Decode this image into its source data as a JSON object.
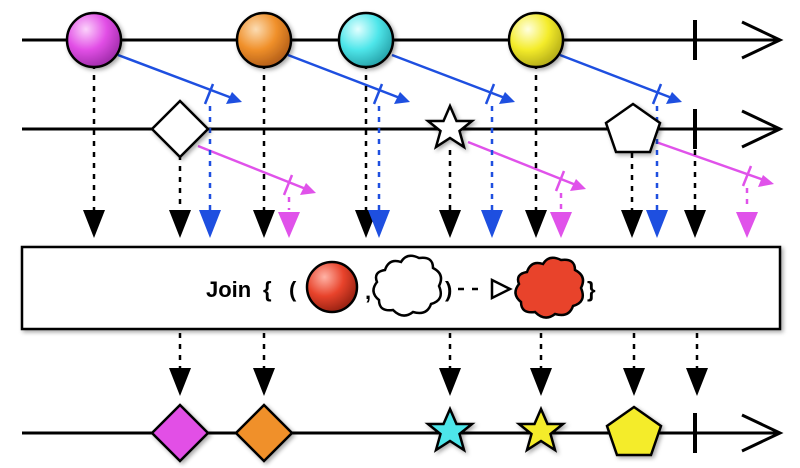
{
  "diagram": {
    "operator": {
      "name": "Join",
      "open_brace": "{",
      "open_paren": "(",
      "comma": ",",
      "close_paren": ")",
      "close_brace": "}"
    },
    "top_stream": [
      "magenta-circle",
      "orange-circle",
      "cyan-circle",
      "yellow-circle"
    ],
    "middle_stream": [
      "white-diamond",
      "white-star",
      "white-pentagon"
    ],
    "output_stream": [
      "magenta-diamond",
      "orange-diamond",
      "cyan-star",
      "yellow-star",
      "yellow-pentagon"
    ],
    "colors": {
      "magenta": "#e24fe6",
      "orange": "#f0902a",
      "cyan": "#4ee6ea",
      "yellow": "#f4ec2a",
      "window_blue": "#1e4fe0",
      "window_magenta": "#e052ea",
      "result_red": "#e8432b"
    }
  }
}
